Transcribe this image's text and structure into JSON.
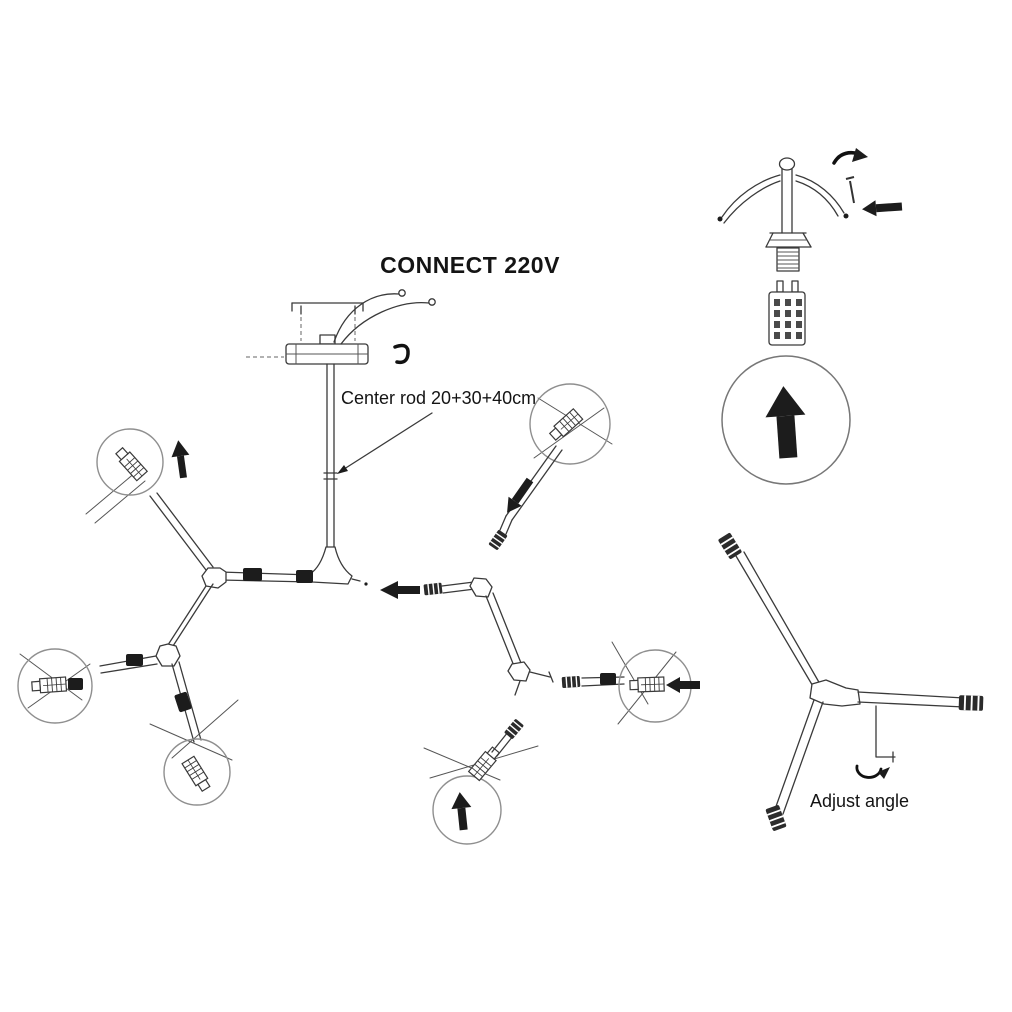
{
  "diagram": {
    "title": "CONNECT 220V",
    "labels": {
      "center_rod": "Center rod 20+30+40cm",
      "adjust_angle": "Adjust angle"
    },
    "colors": {
      "background": "#ffffff",
      "line": "#3a3a3a",
      "detail_circle": "#8f8f8f",
      "solid_black": "#1c1c1c"
    },
    "icons": {
      "up_arrow_icon": "black up arrow (push part upward)",
      "left_arrow_icon": "black left arrow (slide part in)",
      "rotate_arrow_icon": "curved arrow (screw / rotate)",
      "hook_icon": "black curved hook"
    }
  }
}
